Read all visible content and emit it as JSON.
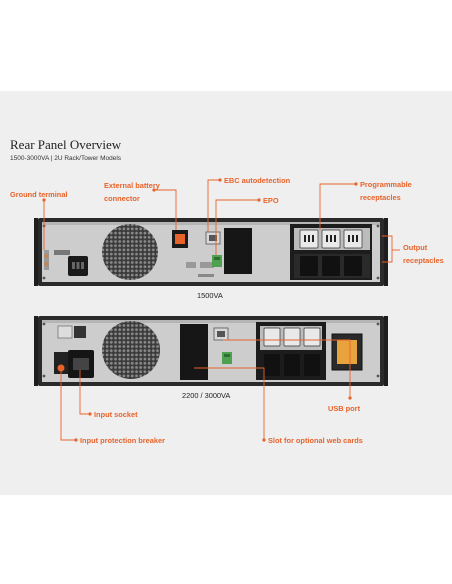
{
  "header": {
    "title": "Rear Panel Overview",
    "subtitle": "1500-3000VA | 2U Rack/Tower Models"
  },
  "callouts": {
    "ground_terminal": "Ground terminal",
    "external_battery_1": "External battery",
    "external_battery_2": "connector",
    "ebc_autodetection": "EBC autodetection",
    "epo": "EPO",
    "programmable_1": "Programmable",
    "programmable_2": "receptacles",
    "output_1": "Output",
    "output_2": "receptacles",
    "input_socket": "Input socket",
    "input_protection_breaker": "Input protection breaker",
    "usb_port": "USB port",
    "slot_web_cards": "Slot for optional web cards"
  },
  "units": {
    "unit_1500": "1500VA",
    "unit_2200_3000": "2200 / 3000VA"
  },
  "colors": {
    "accent": "#e8632a",
    "panel": "#c9c9c9",
    "bezel": "#2a2a2a",
    "background": "#efefef"
  }
}
